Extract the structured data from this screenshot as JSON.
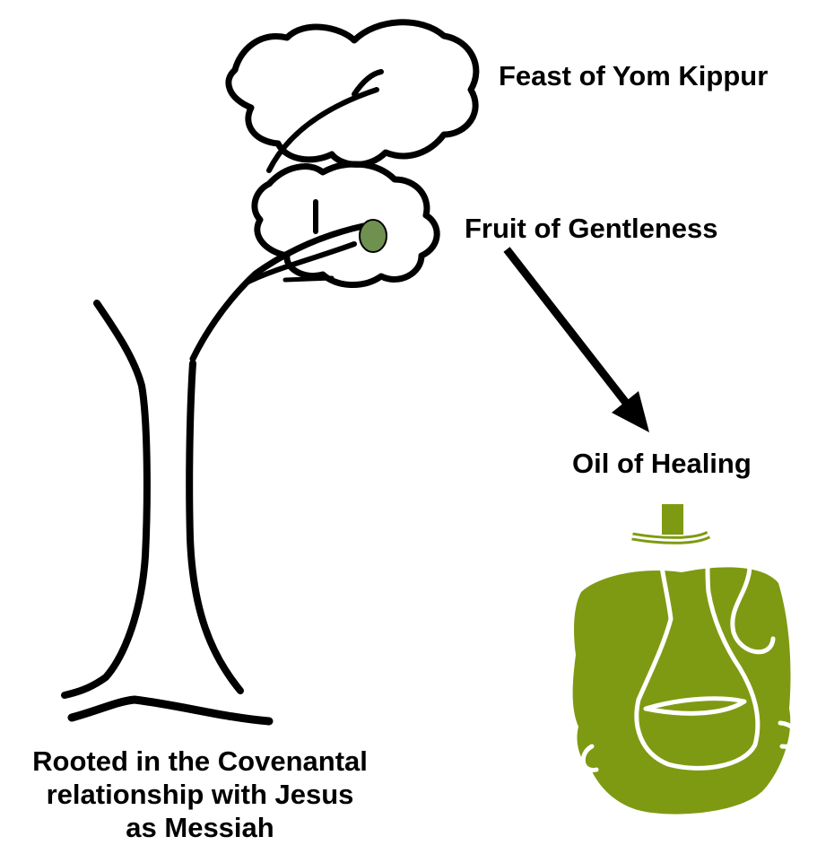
{
  "labels": {
    "feast": "Feast of Yom Kippur",
    "fruit": "Fruit of Gentleness",
    "oil": "Oil of Healing",
    "root_line1": "Rooted in the Covenantal",
    "root_line2": "relationship with Jesus",
    "root_line3": "as Messiah"
  },
  "colors": {
    "stroke": "#000000",
    "olive_fruit": "#6f9150",
    "oil_green": "#7e9a12",
    "background": "#ffffff"
  },
  "icons": {
    "tree": "tree-icon",
    "olive": "olive-icon",
    "arrow": "arrow-icon",
    "jar": "oil-jar-icon"
  }
}
